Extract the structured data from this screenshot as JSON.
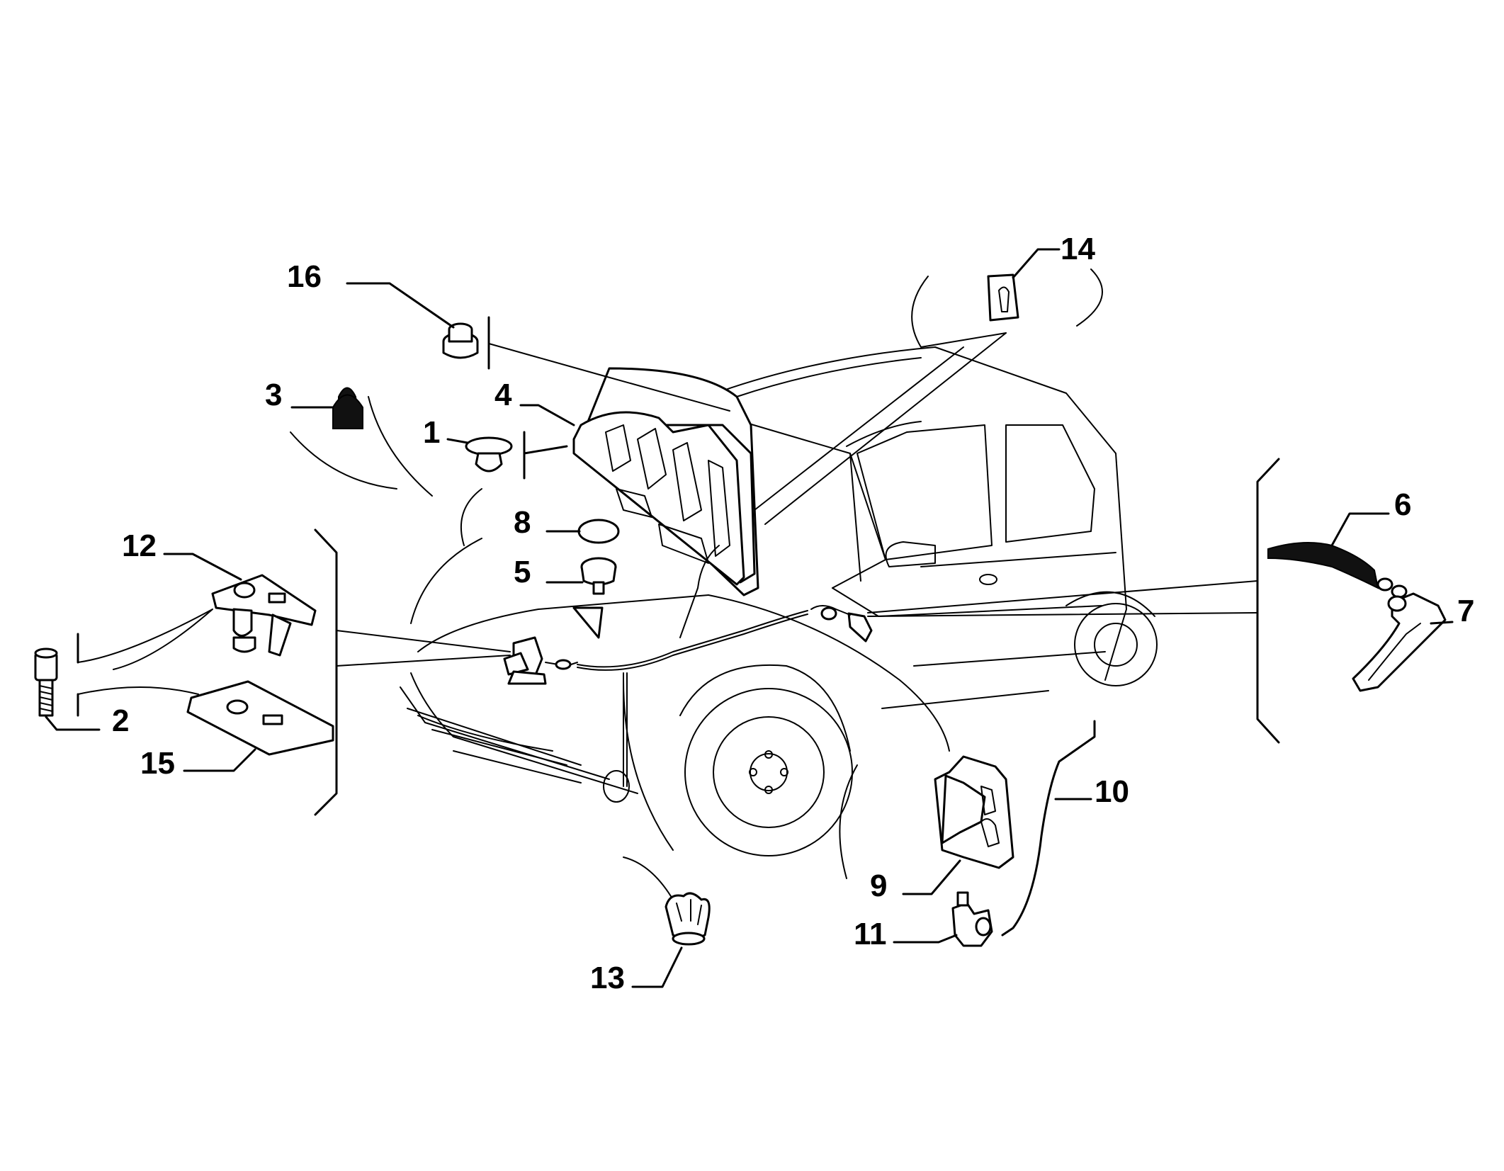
{
  "diagram": {
    "callouts": [
      {
        "id": "1",
        "label": "1"
      },
      {
        "id": "2",
        "label": "2"
      },
      {
        "id": "3",
        "label": "3"
      },
      {
        "id": "4",
        "label": "4"
      },
      {
        "id": "5",
        "label": "5"
      },
      {
        "id": "6",
        "label": "6"
      },
      {
        "id": "7",
        "label": "7"
      },
      {
        "id": "8",
        "label": "8"
      },
      {
        "id": "9",
        "label": "9"
      },
      {
        "id": "10",
        "label": "10"
      },
      {
        "id": "11",
        "label": "11"
      },
      {
        "id": "12",
        "label": "12"
      },
      {
        "id": "13",
        "label": "13"
      },
      {
        "id": "14",
        "label": "14"
      },
      {
        "id": "15",
        "label": "15"
      },
      {
        "id": "16",
        "label": "16"
      }
    ],
    "colors": {
      "ink": "#000000",
      "paper": "#ffffff",
      "dark_part": "#111111"
    }
  }
}
